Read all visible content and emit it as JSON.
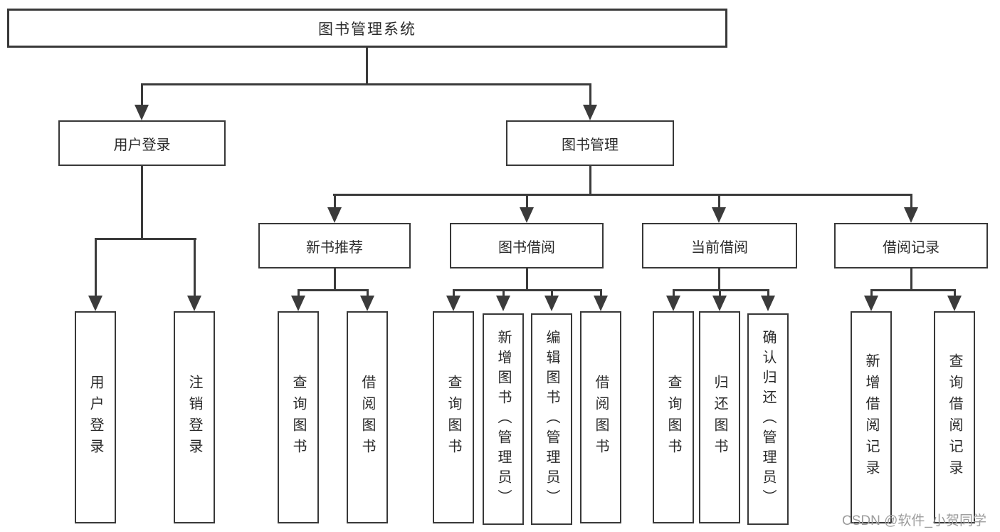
{
  "nodes": {
    "root": {
      "label": "图书管理系统"
    },
    "user_login_group": {
      "label": "用户登录"
    },
    "book_management": {
      "label": "图书管理"
    },
    "new_book_recommend": {
      "label": "新书推荐"
    },
    "book_borrowing": {
      "label": "图书借阅"
    },
    "current_borrowing": {
      "label": "当前借阅"
    },
    "borrowing_records": {
      "label": "借阅记录"
    },
    "user_login": {
      "label": "用户登录"
    },
    "logout": {
      "label": "注销登录"
    },
    "nb_query_books": {
      "label": "查询图书"
    },
    "nb_borrow_books": {
      "label": "借阅图书"
    },
    "bb_query_books": {
      "label": "查询图书"
    },
    "bb_add_books": {
      "label": "新增图书（管理员）"
    },
    "bb_edit_books": {
      "label": "编辑图书（管理员）"
    },
    "bb_borrow_books": {
      "label": "借阅图书"
    },
    "cb_query_books": {
      "label": "查询图书"
    },
    "cb_return_books": {
      "label": "归还图书"
    },
    "cb_confirm_return": {
      "label": "确认归还（管理员）"
    },
    "br_add_record": {
      "label": "新增借阅记录"
    },
    "br_query_record": {
      "label": "查询借阅记录"
    }
  },
  "watermark": {
    "text": "CSDN @软件_小贺同学"
  },
  "colors": {
    "line": "#3b3b3b",
    "box_border": "#383838",
    "text": "#2b2b2b",
    "background": "#ffffff",
    "watermark": "#9c9c9c"
  }
}
